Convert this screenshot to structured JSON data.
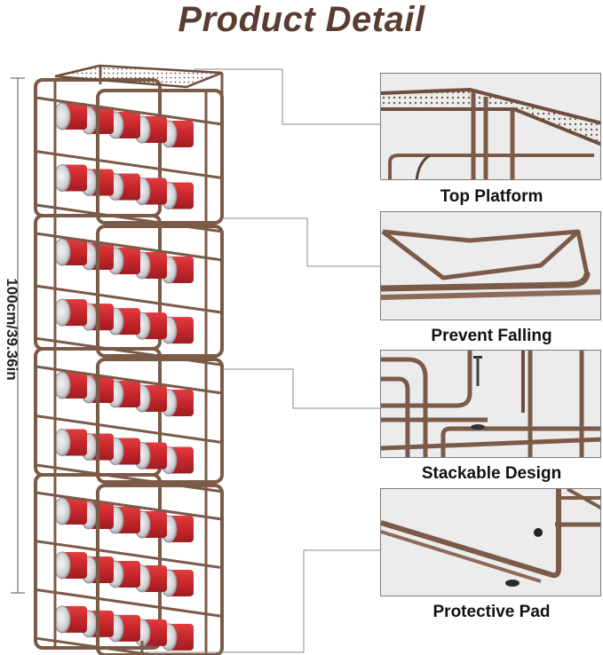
{
  "header": {
    "title": "Product Detail"
  },
  "dimension": {
    "height_label": "100cm/39.36in"
  },
  "features": [
    {
      "label": "Top Platform"
    },
    {
      "label": "Prevent Falling"
    },
    {
      "label": "Stackable Design"
    },
    {
      "label": "Protective Pad"
    }
  ],
  "colors": {
    "title": "#5a3d30",
    "frame": "#7b5a48",
    "frame_dark": "#5a3f31",
    "can_red": "#c8262b",
    "can_silver": "#d9dadd",
    "panel_bg": "#ececec"
  },
  "icons": {
    "rack": "can-rack-illustration",
    "top_platform": "mesh-top-platform-icon",
    "prevent_falling": "anti-fall-bar-icon",
    "stackable": "stacking-joint-icon",
    "protective_pad": "foot-pad-icon"
  }
}
